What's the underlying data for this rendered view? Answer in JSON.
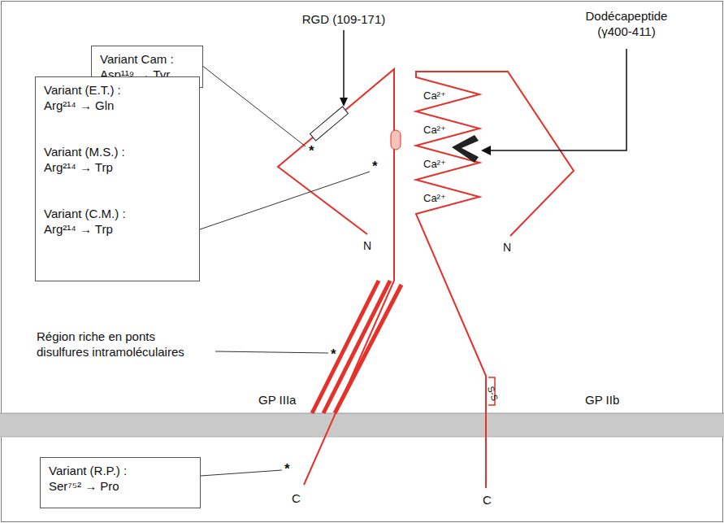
{
  "diagram": {
    "nodes": [
      {
        "text": [
          "Variant Cam : Asp¹¹⁹ → Tyr"
        ]
      },
      {
        "text": [
          "Variant (E.T.) : Arg²¹⁴ → Gln",
          "Variant (M.S.) : Arg²¹⁴ → Trp",
          "Variant (C.M.) : Arg²¹⁴ → Trp"
        ]
      },
      {
        "text": [
          "Variant (R.P.) : Ser⁷⁵² → Pro"
        ]
      }
    ],
    "labels": [
      "RGD (109-171)",
      "Dodécapeptide (γ400-411)",
      "Ca²⁺",
      "Ca²⁺",
      "Ca²⁺",
      "Ca²⁺",
      "N",
      "N",
      "Région riche en ponts disulfures intramoléculaires",
      "S-S",
      "GP IIIa",
      "GP IIb",
      "C",
      "C",
      "*",
      "*",
      "*",
      "*"
    ]
  }
}
